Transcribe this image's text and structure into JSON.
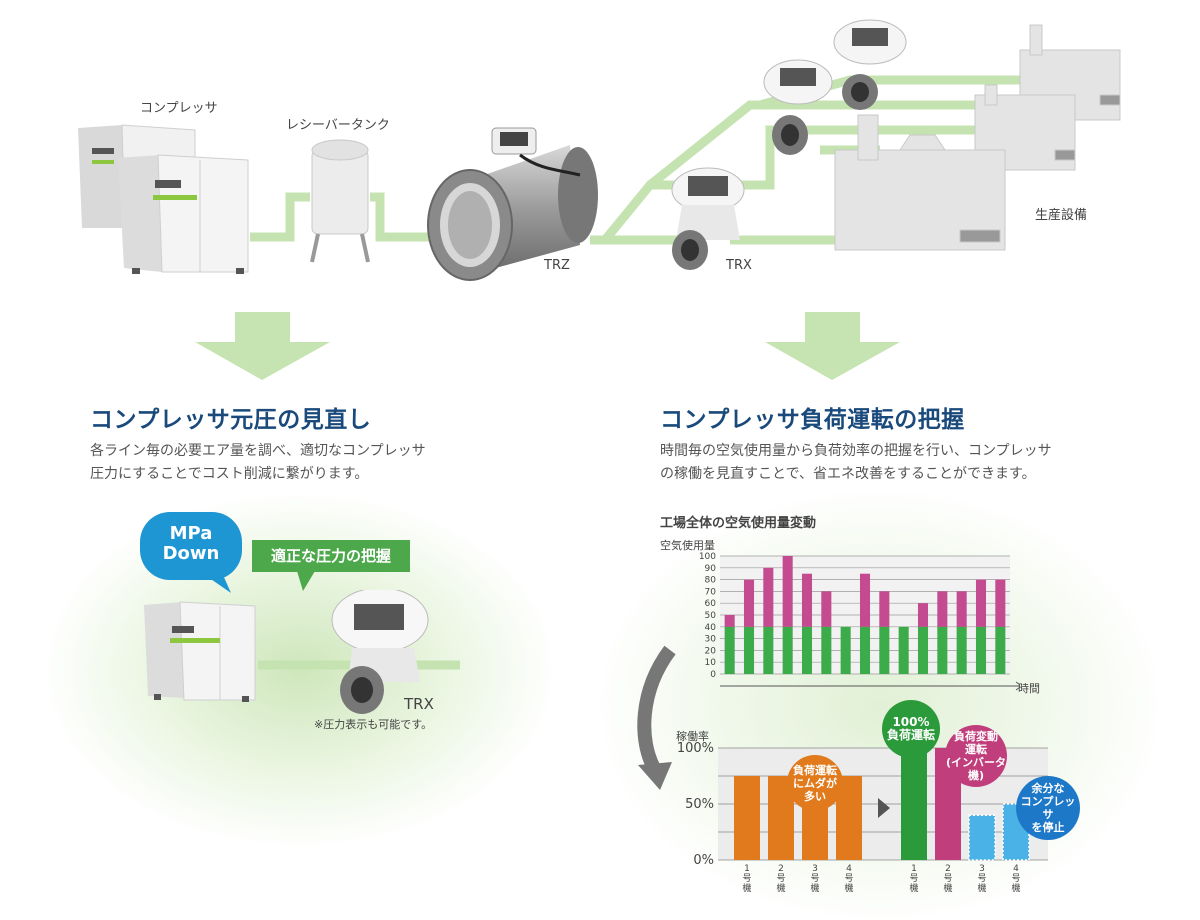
{
  "top": {
    "compressor_label": "コンプレッサ",
    "tank_label": "レシーバータンク",
    "trz_label": "TRZ",
    "trx_label": "TRX",
    "equipment_label": "生産設備"
  },
  "left": {
    "heading": "コンプレッサ元圧の見直し",
    "desc_line1": "各ライン毎の必要エア量を調べ、適切なコンプレッサ",
    "desc_line2": "圧力にすることでコスト削減に繋がります。",
    "bubble_blue_line1": "MPa",
    "bubble_blue_line2": "Down",
    "bubble_green": "適正な圧力の把握",
    "trx_label": "TRX",
    "note": "※圧力表示も可能です。"
  },
  "right": {
    "heading": "コンプレッサ負荷運転の把握",
    "desc_line1": "時間毎の空気使用量から負荷効率の把握を行い、コンプレッサ",
    "desc_line2": "の稼働を見直すことで、省エネ改善をすることができます。"
  },
  "chart_data": [
    {
      "type": "bar",
      "title": "工場全体の空気使用量変動",
      "ylabel": "空気使用量",
      "xlabel": "時間",
      "ylim": [
        0,
        100
      ],
      "yticks": [
        0,
        10,
        20,
        30,
        40,
        50,
        60,
        70,
        80,
        90,
        100
      ],
      "stacked": true,
      "series": [
        {
          "color": "#3cab4a",
          "values": [
            40,
            40,
            40,
            40,
            40,
            40,
            40,
            40,
            40,
            40,
            40,
            40,
            40,
            40,
            40
          ]
        },
        {
          "color": "#c44b8f",
          "values": [
            10,
            40,
            50,
            60,
            45,
            30,
            0,
            45,
            30,
            0,
            20,
            30,
            30,
            40,
            40
          ]
        }
      ],
      "grid": true
    },
    {
      "type": "bar",
      "ylabel": "稼働率",
      "yticks": [
        "0%",
        "50%",
        "100%"
      ],
      "ylim": [
        0,
        100
      ],
      "groups": [
        {
          "categories": [
            "1号機",
            "2号機",
            "3号機",
            "4号機"
          ],
          "values": [
            75,
            75,
            75,
            75
          ],
          "color": "#e07a1c"
        },
        {
          "categories": [
            "1号機",
            "2号機",
            "3号機",
            "4号機"
          ],
          "values": [
            100,
            100,
            40,
            50
          ],
          "colors": [
            "#2a9a3a",
            "#c03e7c",
            "#4ab2e6",
            "#4ab2e6"
          ]
        }
      ],
      "annotations": [
        {
          "text": "負荷運転\nにムダが\n多い",
          "color": "#e07a1c"
        },
        {
          "text": "100%\n負荷運転",
          "color": "#2a9a3a"
        },
        {
          "text": "負荷変動\n運転\n(インバータ機)",
          "color": "#c03e7c"
        },
        {
          "text": "余分な\nコンプレッサ\nを停止",
          "color": "#1e78c8"
        }
      ],
      "unit_chars": [
        "号",
        "機"
      ]
    }
  ]
}
